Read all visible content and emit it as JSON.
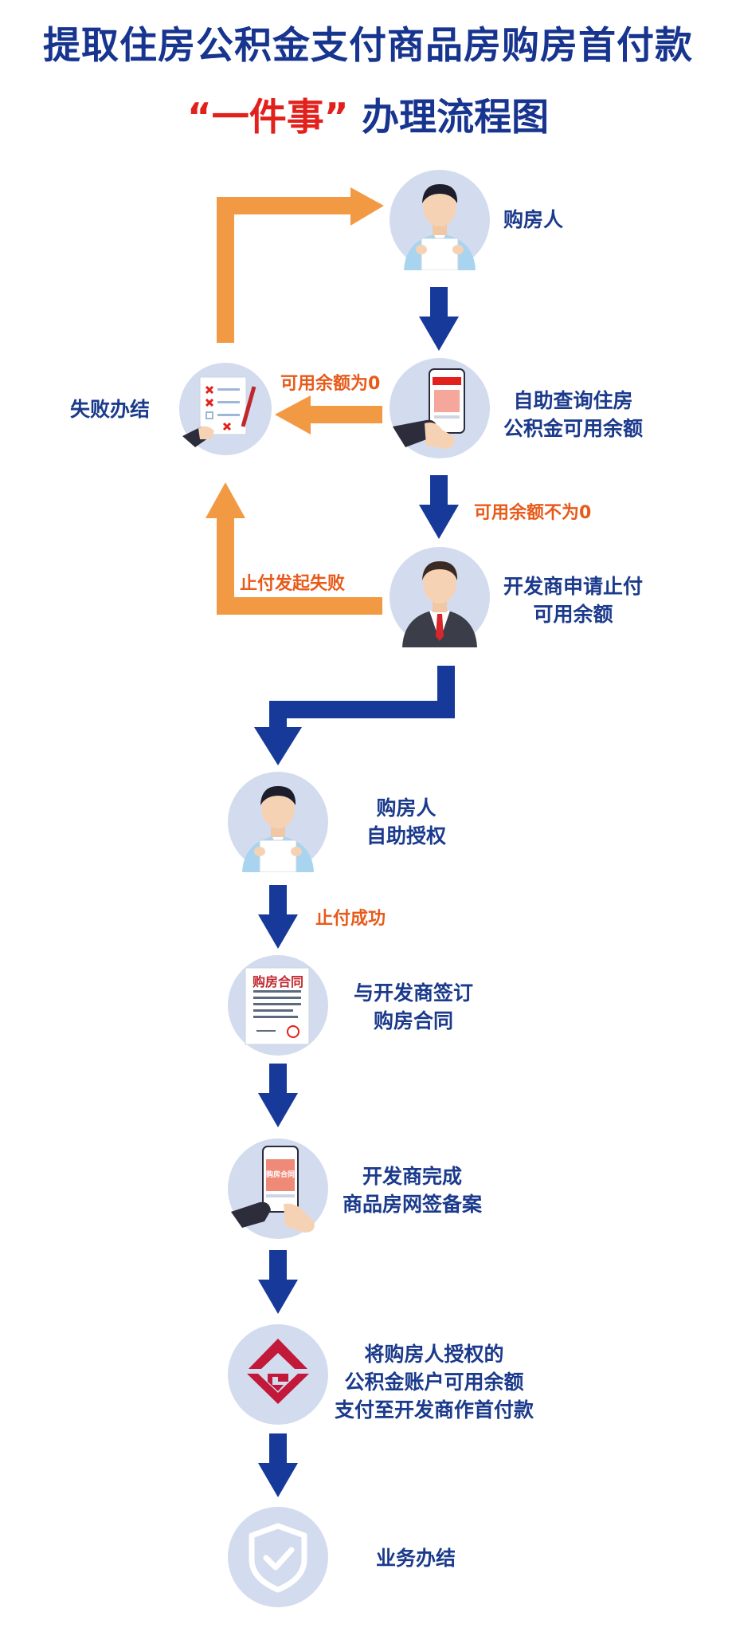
{
  "title": {
    "line1": "提取住房公积金支付商品房购房首付款",
    "line2_quote": "“一件事”",
    "line2_rest": "办理流程图"
  },
  "steps": {
    "buyer": "购房人",
    "query_line1": "自助查询住房",
    "query_line2": "公积金可用余额",
    "fail": "失败办结",
    "developer_line1": "开发商申请止付",
    "developer_line2": "可用余额",
    "authorize_line1": "购房人",
    "authorize_line2": "自助授权",
    "contract_line1": "与开发商签订",
    "contract_line2": "购房合同",
    "filing_line1": "开发商完成",
    "filing_line2": "商品房网签备案",
    "pay_line1": "将购房人授权的",
    "pay_line2": "公积金账户可用余额",
    "pay_line3": "支付至开发商作首付款",
    "done": "业务办结"
  },
  "notes": {
    "zero": "可用余额为0",
    "nonzero": "可用余额不为0",
    "stop_fail": "止付发起失败",
    "stop_ok": "止付成功"
  },
  "icons": {
    "contract_doc_title": "购房合同",
    "phone_contract_title": "购房合同"
  },
  "colors": {
    "title_blue": "#17348f",
    "arrow_blue": "#16399a",
    "arrow_orange": "#f29a43",
    "note_orange": "#e85a1a",
    "circle_fill": "#d3dcef",
    "quote_red": "#e3211c"
  }
}
